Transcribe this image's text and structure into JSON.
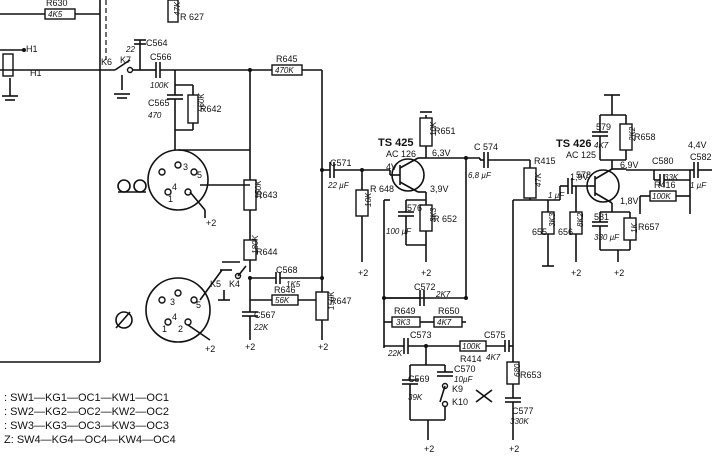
{
  "components": {
    "R630": {
      "ref": "R630",
      "value": "4K5"
    },
    "R627": {
      "ref": "R 627",
      "value": "47K"
    },
    "R645": {
      "ref": "R645",
      "value": "470K"
    },
    "R642": {
      "ref": "R642",
      "value": "560K"
    },
    "R643": {
      "ref": "R643",
      "value": "150K"
    },
    "R644": {
      "ref": "R644",
      "value": "180K"
    },
    "R646": {
      "ref": "R646",
      "value": "56K"
    },
    "R647": {
      "ref": "R647",
      "value": "150K"
    },
    "R648": {
      "ref": "R 648",
      "value": "10K"
    },
    "R651": {
      "ref": "R651",
      "value": "10K"
    },
    "R652": {
      "ref": "R 652",
      "value": "3K3"
    },
    "R649": {
      "ref": "R649",
      "value": "3K3"
    },
    "R650": {
      "ref": "R650",
      "value": "4K7"
    },
    "R414": {
      "ref": "R414",
      "value": "100K"
    },
    "R415": {
      "ref": "R415",
      "value": "47K"
    },
    "R658": {
      "ref": "R658",
      "value": "2K2"
    },
    "R416": {
      "ref": "R416",
      "value": "100K"
    },
    "R657": {
      "ref": "R657",
      "value": "1K"
    },
    "R653": {
      "ref": "R653",
      "value": "680"
    },
    "R655": {
      "ref": "655",
      "value": "3K3"
    },
    "R656": {
      "ref": "656",
      "value": "8K2"
    },
    "C564": {
      "ref": "C564",
      "value": "22"
    },
    "C566": {
      "ref": "C566",
      "value": "100K"
    },
    "C565": {
      "ref": "C565",
      "value": "470"
    },
    "C568": {
      "ref": "C568",
      "value": "1K5"
    },
    "C567": {
      "ref": "C567",
      "value": "22K"
    },
    "C571": {
      "ref": "C571",
      "value": "22 µF"
    },
    "C576": {
      "ref": "576",
      "value": "100 µF"
    },
    "C574": {
      "ref": "C 574",
      "value": "6,8 µF"
    },
    "C572": {
      "ref": "C572",
      "value": "2K7"
    },
    "C573": {
      "ref": "C573",
      "value": "22K"
    },
    "C575": {
      "ref": "C575",
      "value": "4K7"
    },
    "C570": {
      "ref": "C570",
      "value": "10µF"
    },
    "C569": {
      "ref": "C569",
      "value": "39K"
    },
    "C577": {
      "ref": "C577",
      "value": "330K"
    },
    "C578": {
      "ref": "578",
      "value": "1 µF"
    },
    "C579": {
      "ref": "579",
      "value": "4K7"
    },
    "C580": {
      "ref": "C580",
      "value": "33K"
    },
    "C581": {
      "ref": "581",
      "value": "330 µF"
    },
    "C582": {
      "ref": "C582",
      "value": "1 µF"
    }
  },
  "transistors": {
    "TS425": {
      "ref": "TS 425",
      "type": "AC 126"
    },
    "TS426": {
      "ref": "TS 426",
      "type": "AC 125"
    }
  },
  "voltages": {
    "ts425_base": "4V",
    "ts425_collector": "6,3V",
    "ts425_emitter": "3,9V",
    "ts426_base": "1,9V",
    "ts426_collector": "6,9V",
    "ts426_emitter": "1,8V",
    "output": "4,4V"
  },
  "switches": {
    "K6": "K6",
    "K7": "K7",
    "K5": "K5",
    "K4": "K4",
    "K9": "K9",
    "K10": "K10",
    "H1a": "H1",
    "H1b": "H1"
  },
  "supply": "+2",
  "legend": [
    ": SW1—KG1—OC1—KW1—OC1",
    ": SW2—KG2—OC2—KW2—OC2",
    ": SW3—KG3—OC3—KW3—OC3",
    "Z: SW4—KG4—OC4—KW4—OC4"
  ],
  "connector_pins": {
    "p1": "1",
    "p2": "2",
    "p3": "3",
    "p4": "4",
    "p5": "5"
  }
}
